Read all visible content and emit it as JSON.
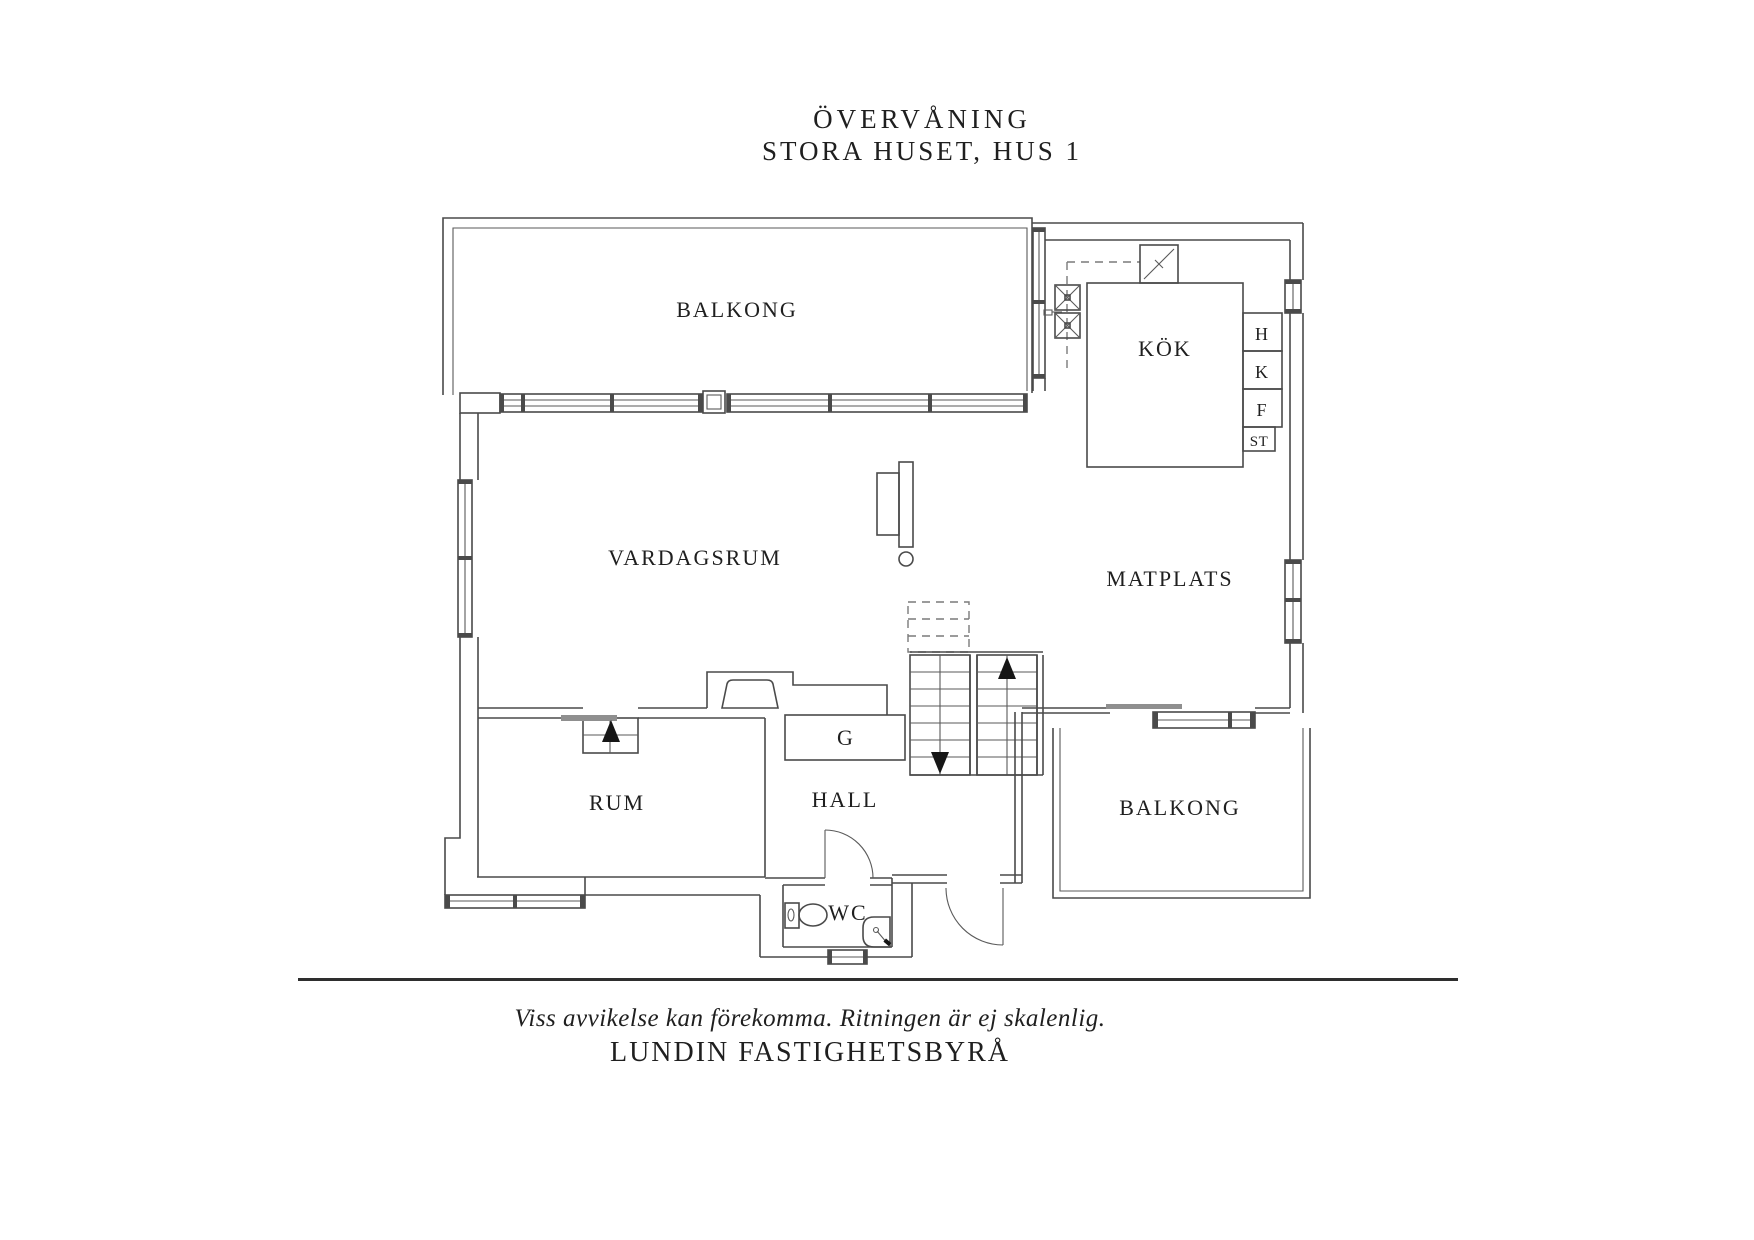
{
  "title": {
    "line1": "ÖVERVÅNING",
    "line2": "STORA HUSET, HUS 1"
  },
  "floor_plan": {
    "rooms": {
      "balcony_top": "BALKONG",
      "living_room": "VARDAGSRUM",
      "kitchen": "KÖK",
      "dining": "MATPLATS",
      "room": "RUM",
      "hall": "HALL",
      "closet": "G",
      "wc": "WC",
      "balcony_bottom": "BALKONG"
    },
    "kitchen_units": {
      "unit1": "H",
      "unit2": "K",
      "unit3": "F",
      "unit4": "ST"
    }
  },
  "footer": {
    "disclaimer": "Viss avvikelse kan förekomma. Ritningen är ej skalenlig.",
    "agency": "LUNDIN FASTIGHETSBYRÅ"
  },
  "colors": {
    "background": "#ffffff",
    "wall_line": "#4a4a4a",
    "text": "#1f1f1f",
    "sliding_door": "#8f8f8f"
  }
}
